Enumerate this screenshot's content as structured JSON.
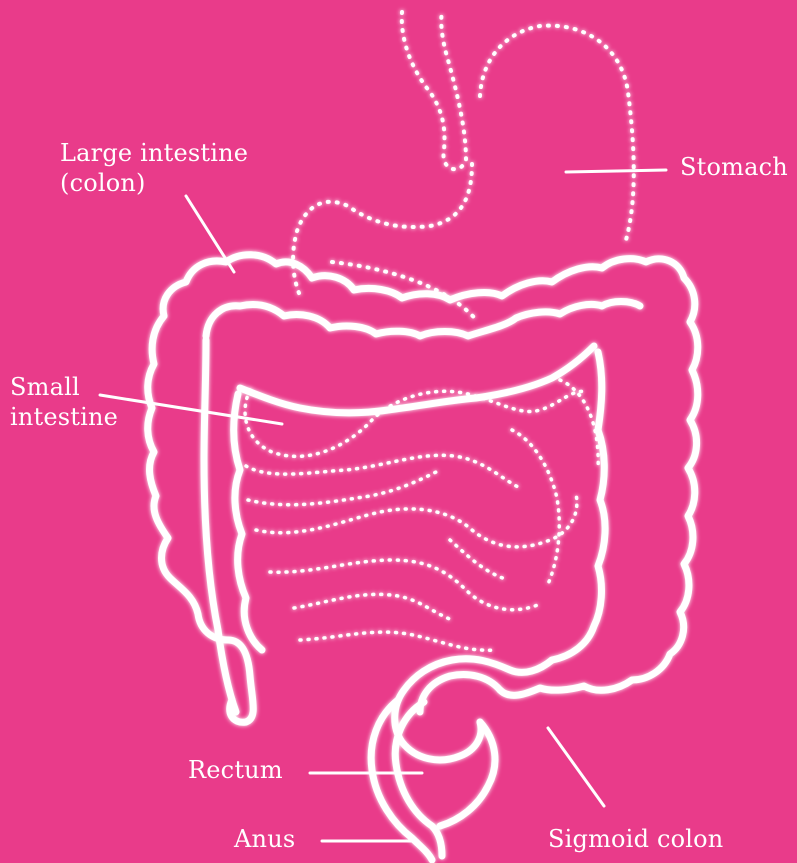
{
  "labels": {
    "large_intestine": {
      "line1": "Large intestine",
      "line2": "(colon)"
    },
    "stomach": "Stomach",
    "small_intestine": {
      "line1": "Small",
      "line2": "intestine"
    },
    "rectum": "Rectum",
    "anus": "Anus",
    "sigmoid_colon": "Sigmoid colon"
  },
  "colors": {
    "background": "#e93b8a",
    "outline": "#ffffff"
  }
}
